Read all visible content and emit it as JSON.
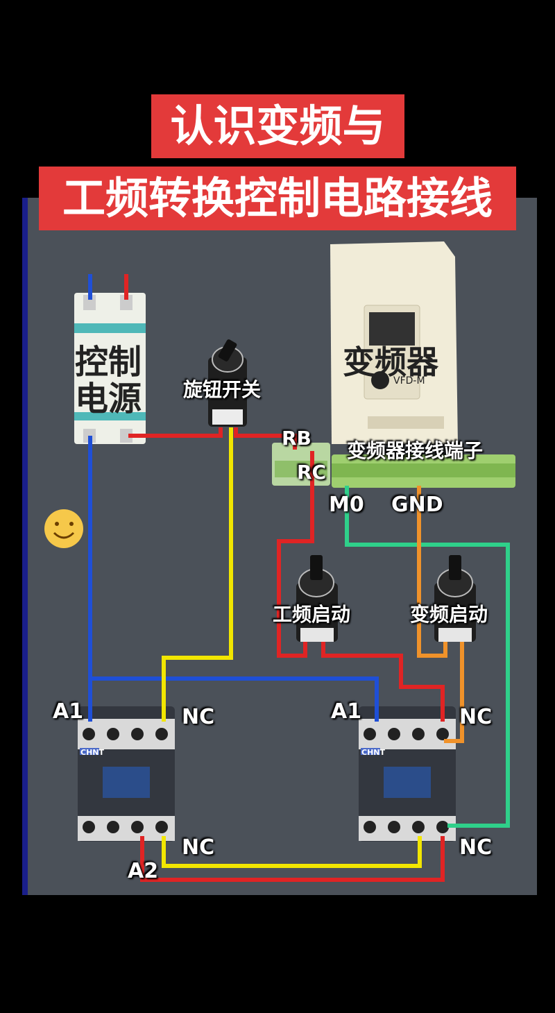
{
  "title": {
    "line1": "认识变频与",
    "line2": "工频转换控制电路接线"
  },
  "labels": {
    "control_power": [
      "控制",
      "电源"
    ],
    "rotary_switch": "旋钮开关",
    "vfd": "变频器",
    "vfd_model": "VFD-M",
    "vfd_terminals": "变频器接线端子",
    "rb": "RB",
    "rc": "RC",
    "m0": "M0",
    "gnd": "GND",
    "mains_start": "工频启动",
    "vfd_start": "变频启动",
    "left_contactor": {
      "a1": "A1",
      "nc_top": "NC",
      "nc_bottom": "NC",
      "a2": "A2"
    },
    "right_contactor": {
      "a1": "A1",
      "nc_top": "NC",
      "nc_bottom": "NC"
    },
    "contactor_brand": "CHNT"
  },
  "colors": {
    "background_panel": "#4a5058",
    "title_bg": "#e33a3a",
    "wire_red": "#e02424",
    "wire_blue": "#1f4fd6",
    "wire_yellow": "#f2e600",
    "wire_green": "#2fd08a",
    "wire_orange": "#f0922a"
  }
}
